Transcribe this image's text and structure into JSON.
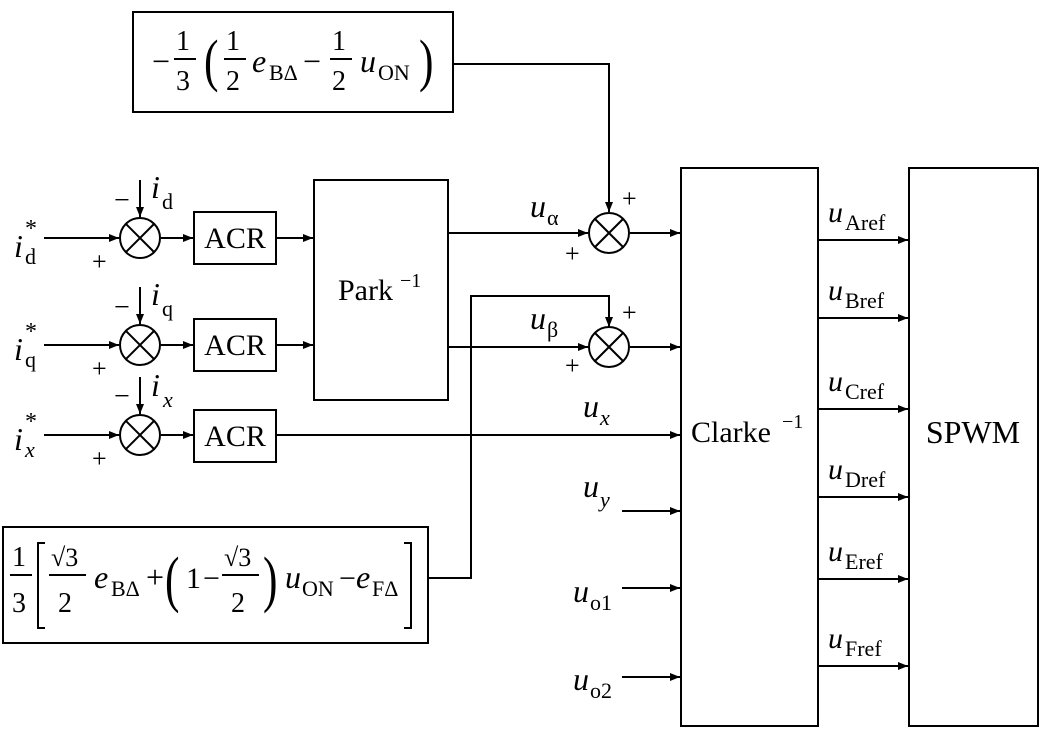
{
  "blocks": {
    "acr_label": "ACR",
    "park": {
      "name": "Park",
      "sup": "−1"
    },
    "clarke": {
      "name": "Clarke",
      "sup": "−1"
    },
    "spwm": "SPWM"
  },
  "signs": {
    "plus": "+",
    "minus": "−"
  },
  "inputs": {
    "d": {
      "sym": "i",
      "sub": "d",
      "star": "*"
    },
    "q": {
      "sym": "i",
      "sub": "q",
      "star": "*"
    },
    "x": {
      "sym": "i",
      "sub": "x",
      "star": "*"
    }
  },
  "feedback": {
    "d": {
      "sym": "i",
      "sub": "d"
    },
    "q": {
      "sym": "i",
      "sub": "q"
    },
    "x": {
      "sym": "i",
      "sub": "x"
    }
  },
  "voltages": {
    "alpha": {
      "sym": "u",
      "sub": "α"
    },
    "beta": {
      "sym": "u",
      "sub": "β"
    },
    "x": {
      "sym": "u",
      "sub": "x"
    },
    "y": {
      "sym": "u",
      "sub": "y"
    },
    "o1": {
      "sym": "u",
      "sub": "o1"
    },
    "o2": {
      "sym": "u",
      "sub": "o2"
    }
  },
  "outputs": [
    {
      "sym": "u",
      "sub": "Aref"
    },
    {
      "sym": "u",
      "sub": "Bref"
    },
    {
      "sym": "u",
      "sub": "Cref"
    },
    {
      "sym": "u",
      "sub": "Dref"
    },
    {
      "sym": "u",
      "sub": "Eref"
    },
    {
      "sym": "u",
      "sub": "Fref"
    }
  ],
  "formula_top": {
    "sign": "−",
    "c1": "1",
    "c2": "3",
    "f1n": "1",
    "f1d": "2",
    "e": "e",
    "e_sub": "BΔ",
    "minus": "−",
    "f2n": "1",
    "f2d": "2",
    "u": "u",
    "u_sub": "ON"
  },
  "formula_bottom": {
    "c1": "1",
    "c2": "3",
    "sqrt_num": "√3",
    "den": "2",
    "e": "e",
    "e_sub": "BΔ",
    "plus": "+",
    "one": "1",
    "minus1": "−",
    "sqrt_num2": "√3",
    "den2": "2",
    "u": "u",
    "u_sub": "ON",
    "minus2": "−",
    "e2": "e",
    "e2_sub": "FΔ"
  }
}
